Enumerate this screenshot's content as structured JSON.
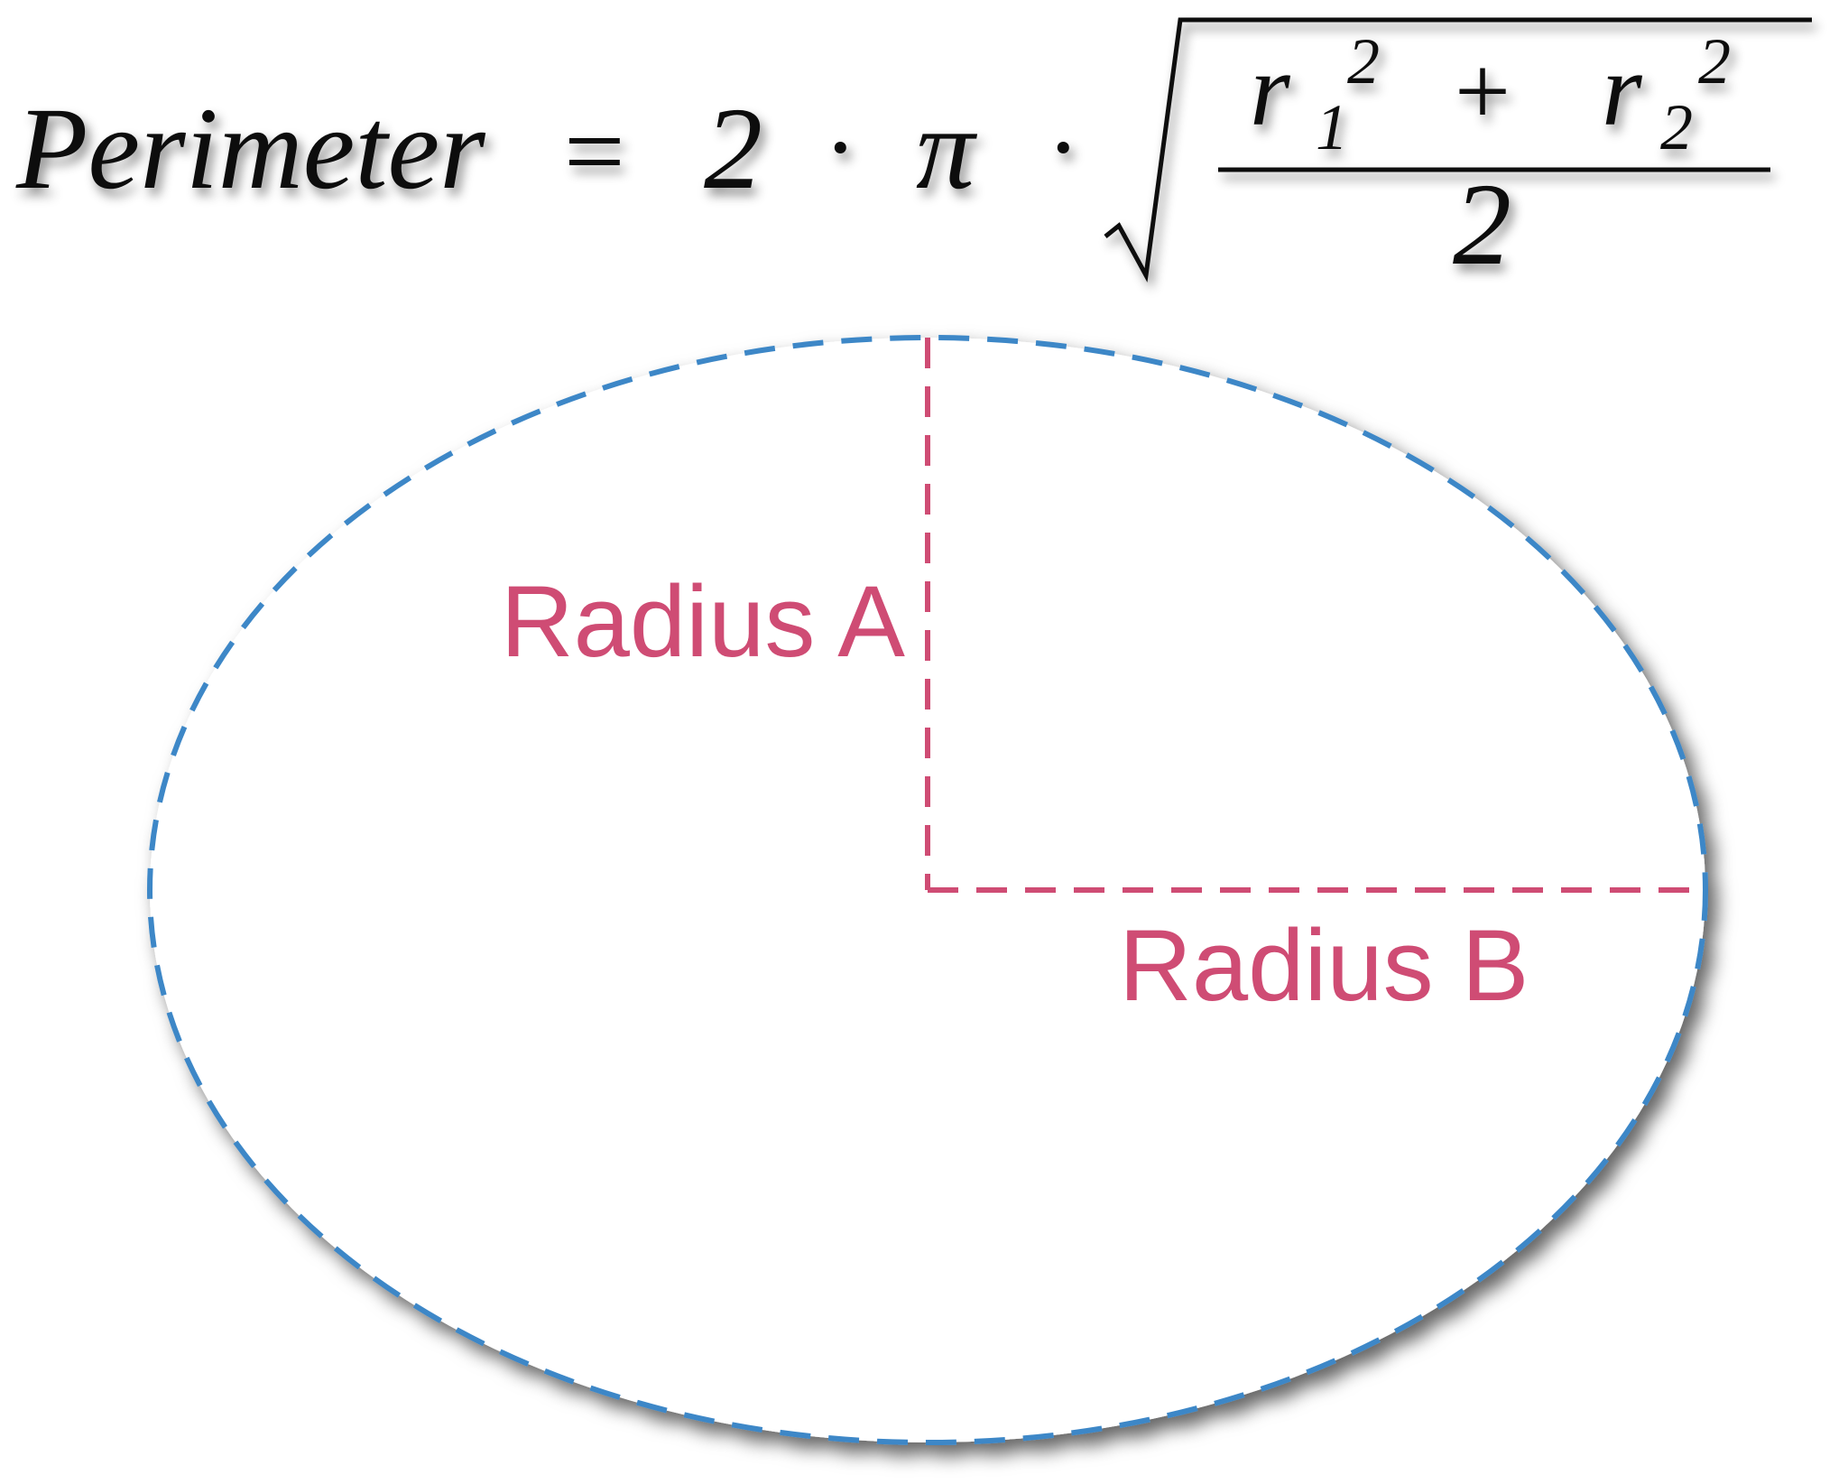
{
  "formula": {
    "lhs": "Perimeter",
    "equals": "=",
    "coefficient": "2",
    "dot": "·",
    "pi": "π",
    "r": "r",
    "sub1": "1",
    "sub2": "2",
    "exponent": "2",
    "plus": "+",
    "denominator": "2"
  },
  "labels": {
    "radius_a": "Radius A",
    "radius_b": "Radius B"
  },
  "colors": {
    "ellipse": "#3d87c7",
    "radius": "#cf4c74",
    "text": "#111111"
  }
}
